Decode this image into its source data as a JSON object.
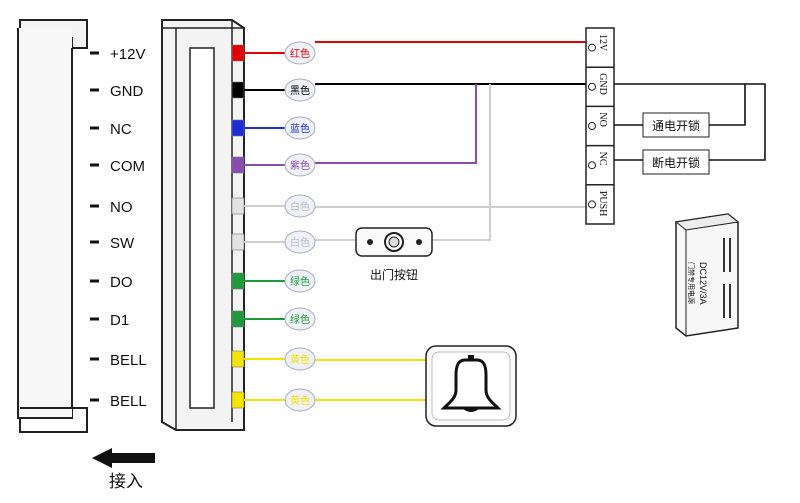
{
  "pins": [
    {
      "label": "+12V",
      "color": "#e00000",
      "tag": "红色"
    },
    {
      "label": "GND",
      "color": "#000000",
      "tag": "黑色"
    },
    {
      "label": "NC",
      "color": "#1a2ed6",
      "tag": "蓝色"
    },
    {
      "label": "COM",
      "color": "#8a4bb0",
      "tag": "紫色"
    },
    {
      "label": "NO",
      "color": "#e2e2e2",
      "tag": "白色"
    },
    {
      "label": "SW",
      "color": "#e2e2e2",
      "tag": "白色"
    },
    {
      "label": "DO",
      "color": "#1f9a3a",
      "tag": "绿色"
    },
    {
      "label": "D1",
      "color": "#1f9a3a",
      "tag": "绿色"
    },
    {
      "label": "BELL",
      "color": "#f5e400",
      "tag": "黄色"
    },
    {
      "label": "BELL",
      "color": "#f5e400",
      "tag": "黄色"
    }
  ],
  "terminal_block": [
    "12V",
    "GND",
    "NO",
    "NC",
    "PUSH"
  ],
  "lock_normal_open": "通电开锁",
  "lock_normal_closed": "断电开锁",
  "exit_button_label": "出门按钮",
  "power_supply": {
    "line1": "DC12V/3A",
    "line2": "门禁专用电源"
  },
  "insert_label": "接入",
  "wire_colors": {
    "red": "#e00000",
    "black": "#000000",
    "purple": "#8a4bb0",
    "white": "#cfcfcf",
    "yellow": "#f5e400"
  }
}
